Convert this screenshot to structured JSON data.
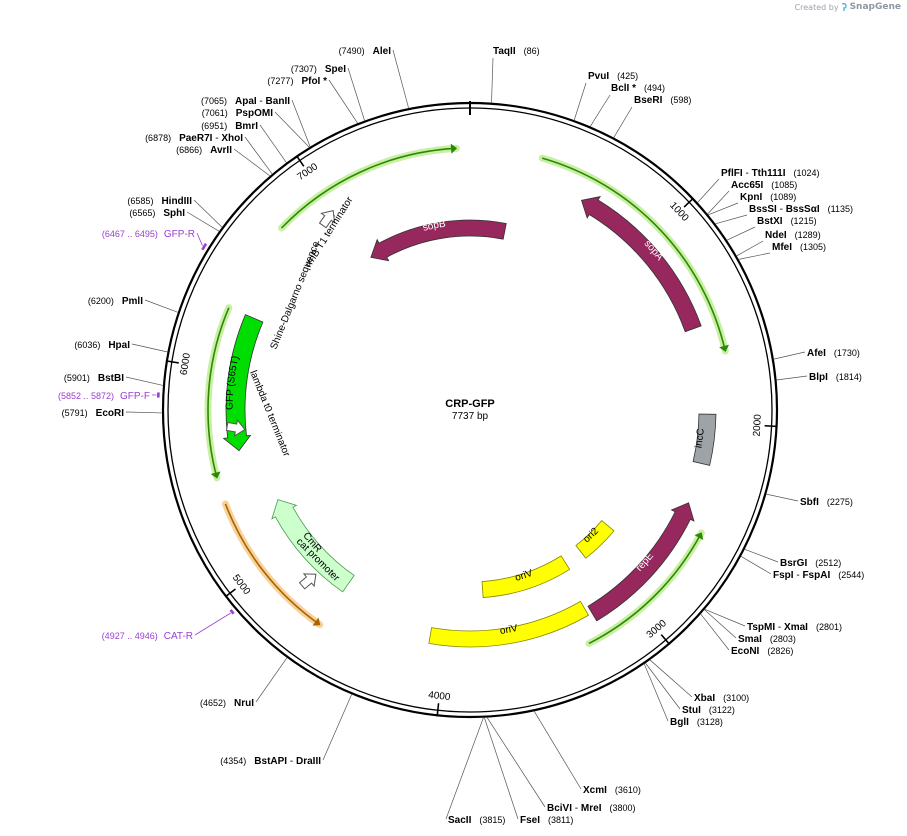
{
  "brand": {
    "created_by": "Created by",
    "name": "SnapGene"
  },
  "plasmid": {
    "name": "CRP-GFP",
    "length_label": "7737 bp",
    "length": 7737
  },
  "ticks": [
    {
      "pos": 1000,
      "label": "1000"
    },
    {
      "pos": 2000,
      "label": "2000"
    },
    {
      "pos": 3000,
      "label": "3000"
    },
    {
      "pos": 4000,
      "label": "4000"
    },
    {
      "pos": 5000,
      "label": "5000"
    },
    {
      "pos": 6000,
      "label": "6000"
    },
    {
      "pos": 7000,
      "label": "7000"
    }
  ],
  "sites": [
    {
      "name": "TaqII",
      "pos": "(86)",
      "side": "R"
    },
    {
      "name": "PvuI",
      "pos": "(425)",
      "side": "R"
    },
    {
      "name": "BclI *",
      "pos": "(494)",
      "side": "R"
    },
    {
      "name": "BseRI",
      "pos": "(598)",
      "side": "R"
    },
    {
      "name": "PflFI",
      "name2": "Tth111I",
      "pos": "(1024)",
      "side": "R"
    },
    {
      "name": "Acc65I",
      "pos": "(1085)",
      "side": "R"
    },
    {
      "name": "KpnI",
      "pos": "(1089)",
      "side": "R"
    },
    {
      "name": "BssSI",
      "name2": "BssSαI",
      "pos": "(1135)",
      "side": "R"
    },
    {
      "name": "BstXI",
      "pos": "(1215)",
      "side": "R"
    },
    {
      "name": "NdeI",
      "pos": "(1289)",
      "side": "R"
    },
    {
      "name": "MfeI",
      "pos": "(1305)",
      "side": "R"
    },
    {
      "name": "AfeI",
      "pos": "(1730)",
      "side": "R"
    },
    {
      "name": "BlpI",
      "pos": "(1814)",
      "side": "R"
    },
    {
      "name": "SbfI",
      "pos": "(2275)",
      "side": "R"
    },
    {
      "name": "BsrGI",
      "pos": "(2512)",
      "side": "R"
    },
    {
      "name": "FspI",
      "name2": "FspAI",
      "pos": "(2544)",
      "side": "R"
    },
    {
      "name": "TspMI",
      "name2": "XmaI",
      "pos": "(2801)",
      "side": "R"
    },
    {
      "name": "SmaI",
      "pos": "(2803)",
      "side": "R"
    },
    {
      "name": "EcoNI",
      "pos": "(2826)",
      "side": "R"
    },
    {
      "name": "XbaI",
      "pos": "(3100)",
      "side": "R"
    },
    {
      "name": "StuI",
      "pos": "(3122)",
      "side": "R"
    },
    {
      "name": "BglI",
      "pos": "(3128)",
      "side": "R"
    },
    {
      "name": "XcmI",
      "pos": "(3610)",
      "side": "R"
    },
    {
      "name": "BciVI",
      "name2": "MreI",
      "pos": "(3800)",
      "side": "R"
    },
    {
      "name": "FseI",
      "pos": "(3811)",
      "side": "R"
    },
    {
      "name": "SacII",
      "pos": "(3815)",
      "side": "R"
    },
    {
      "name": "BstAPI",
      "name2": "DraIII",
      "pos": "(4354)",
      "side": "L"
    },
    {
      "name": "NruI",
      "pos": "(4652)",
      "side": "L"
    },
    {
      "name": "EcoRI",
      "pos": "(5791)",
      "side": "L"
    },
    {
      "name": "BstBI",
      "pos": "(5901)",
      "side": "L"
    },
    {
      "name": "HpaI",
      "pos": "(6036)",
      "side": "L"
    },
    {
      "name": "PmlI",
      "pos": "(6200)",
      "side": "L"
    },
    {
      "name": "SphI",
      "pos": "(6565)",
      "side": "L"
    },
    {
      "name": "HindIII",
      "pos": "(6585)",
      "side": "L"
    },
    {
      "name": "AvrII",
      "pos": "(6866)",
      "side": "L"
    },
    {
      "name": "PaeR7I",
      "name2": "XhoI",
      "pos": "(6878)",
      "side": "L"
    },
    {
      "name": "BmrI",
      "pos": "(6951)",
      "side": "L"
    },
    {
      "name": "PspOMI",
      "pos": "(7061)",
      "side": "L"
    },
    {
      "name": "ApaI",
      "name2": "BanII",
      "pos": "(7065)",
      "side": "L"
    },
    {
      "name": "PfoI *",
      "pos": "(7277)",
      "side": "L"
    },
    {
      "name": "SpeI",
      "pos": "(7307)",
      "side": "L"
    },
    {
      "name": "AleI",
      "pos": "(7490)",
      "side": "L"
    }
  ],
  "primers": [
    {
      "range": "(6467 .. 6495)",
      "name": "GFP-R"
    },
    {
      "range": "(5852 .. 5872)",
      "name": "GFP-F"
    },
    {
      "range": "(4927 .. 4946)",
      "name": "CAT-R"
    }
  ],
  "features": [
    {
      "label": "sopB",
      "color": "#96285e"
    },
    {
      "label": "sopA",
      "color": "#96285e"
    },
    {
      "label": "repE",
      "color": "#96285e"
    },
    {
      "label": "incC",
      "color": "#9ea3a8"
    },
    {
      "label": "ori2",
      "color": "#ffff00"
    },
    {
      "label": "oriV",
      "color": "#ffff00"
    },
    {
      "label": "oriV",
      "color": "#ffff00"
    },
    {
      "label": "GFP (S65T)",
      "color": "#00dd00"
    },
    {
      "label": "CmR",
      "color": "#ccffcc"
    }
  ],
  "annotations": [
    {
      "label": "rrnB T1 terminator"
    },
    {
      "label": "Shine-Dalgarno sequence"
    },
    {
      "label": "lambda t0 terminator"
    },
    {
      "label": "cat promoter"
    }
  ],
  "colors": {
    "primer": "#9a3fd0",
    "backbone": "#000000",
    "green_arrow": "#2a8a00",
    "orange_arrow": "#a86400"
  }
}
